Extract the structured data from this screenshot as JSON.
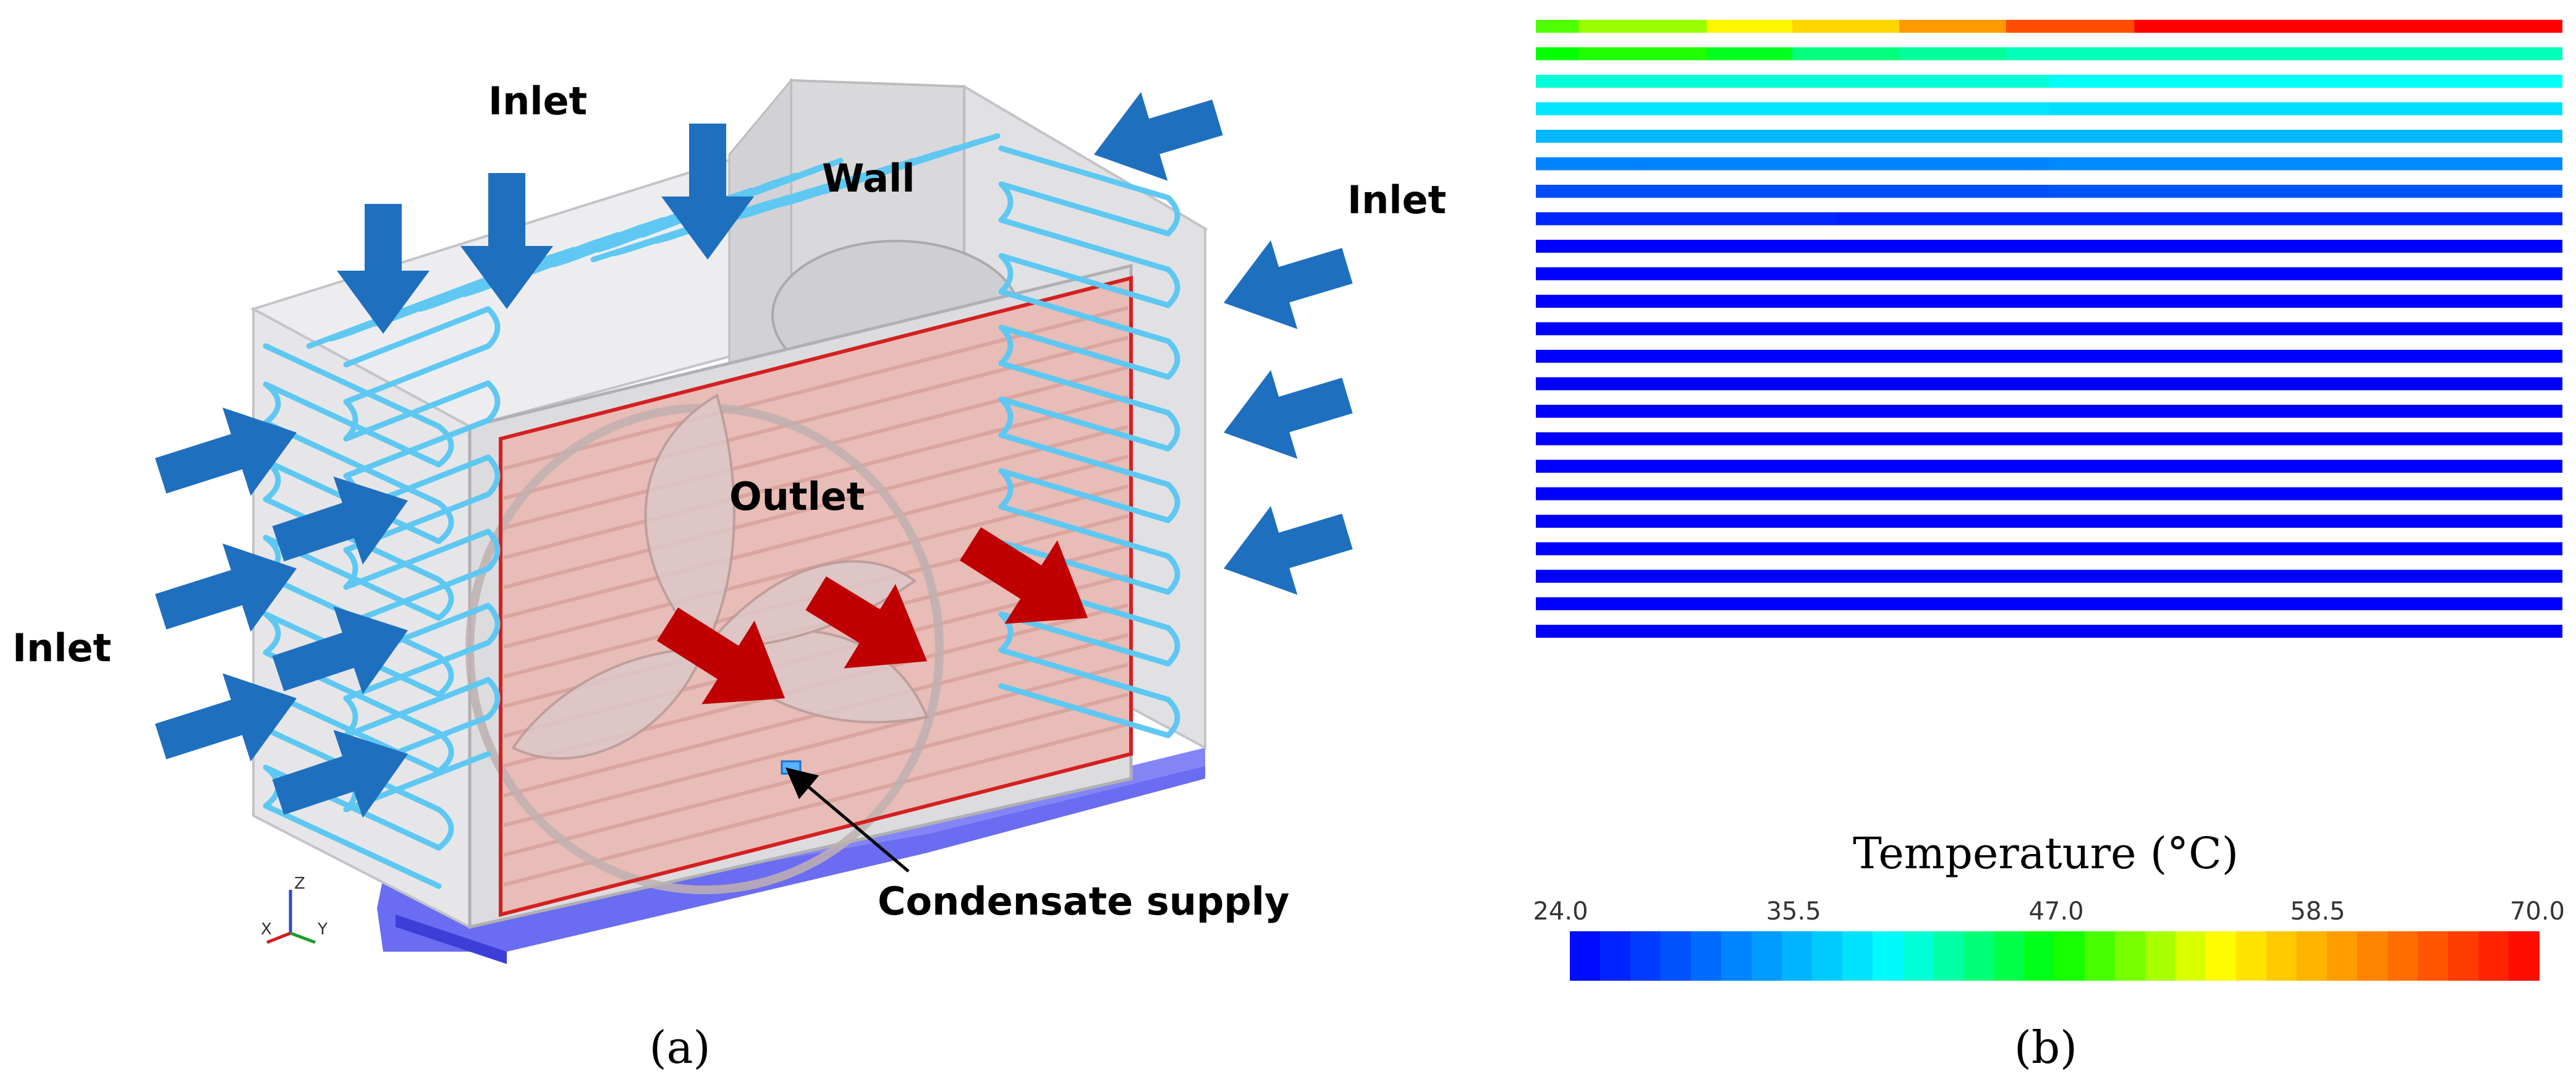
{
  "panel_a": {
    "caption": "(a)",
    "labels": {
      "inlet_top": "Inlet",
      "inlet_right": "Inlet",
      "inlet_left": "Inlet",
      "wall": "Wall",
      "outlet": "Outlet",
      "condensate": "Condensate supply"
    },
    "axis_triad": {
      "x": "X",
      "y": "Y",
      "z": "Z"
    },
    "colors": {
      "inlet_arrow": "#1f6fbf",
      "outlet_arrow": "#c00000",
      "tube": "#5ec8f2",
      "outlet_face": "#e9b7b2",
      "outlet_frame": "#d42020",
      "drain_pan": "#4b4de8"
    }
  },
  "panel_b": {
    "caption": "(b)",
    "colorbar_title": "Temperature (°C)",
    "colorbar_ticks": [
      "24.0",
      "35.5",
      "47.0",
      "58.5",
      "70.0"
    ],
    "colorbar_range": [
      24.0,
      70.0
    ],
    "colormap": [
      "#0000ff",
      "#0080ff",
      "#00ffff",
      "#00ff00",
      "#ffff00",
      "#ff8000",
      "#ff0000"
    ]
  }
}
